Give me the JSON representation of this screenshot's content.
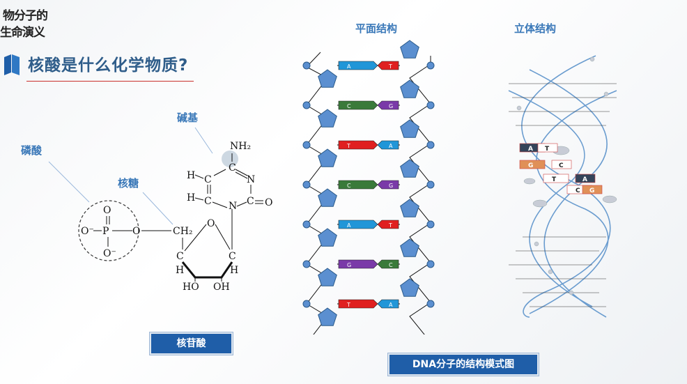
{
  "logo": {
    "line1": "物分子的",
    "line2": "生命演义"
  },
  "watermark": "",
  "title": "核酸是什么化学物质?",
  "labels": {
    "phosphate": "磷酸",
    "sugar": "核糖",
    "base": "碱基"
  },
  "captions": {
    "nucleotide": "核苷酸",
    "dna_model": "DNA分子的结构模式图"
  },
  "sections": {
    "planar": "平面结构",
    "helix": "立体结构"
  },
  "chem": {
    "NH2": "NH₂",
    "N": "N",
    "O": "O",
    "H": "H",
    "C": "C",
    "CH2": "CH₂",
    "HO": "HO",
    "OH": "OH",
    "Ominus": "O⁻",
    "P": "P"
  },
  "base_pairs": [
    {
      "left": "A",
      "right": "T",
      "left_color": "#2196d8",
      "right_color": "#e02020"
    },
    {
      "left": "C",
      "right": "G",
      "left_color": "#3a7a3a",
      "right_color": "#7a3aa8"
    },
    {
      "left": "T",
      "right": "A",
      "left_color": "#e02020",
      "right_color": "#2196d8"
    },
    {
      "left": "C",
      "right": "G",
      "left_color": "#3a7a3a",
      "right_color": "#7a3aa8"
    },
    {
      "left": "A",
      "right": "T",
      "left_color": "#2196d8",
      "right_color": "#e02020"
    },
    {
      "left": "G",
      "right": "C",
      "left_color": "#7a3aa8",
      "right_color": "#3a7a3a"
    },
    {
      "left": "T",
      "right": "A",
      "left_color": "#e02020",
      "right_color": "#2196d8"
    }
  ],
  "helix_pairs": [
    {
      "left": "A",
      "right": "T"
    },
    {
      "left": "G",
      "right": "C"
    },
    {
      "left": "T",
      "right": "A"
    },
    {
      "left": "C",
      "right": "G"
    }
  ],
  "colors": {
    "accent": "#3a78b8",
    "caption_bg": "#1f5ea8",
    "sugar": "#5b8fd0",
    "rule": "#c9302c"
  }
}
